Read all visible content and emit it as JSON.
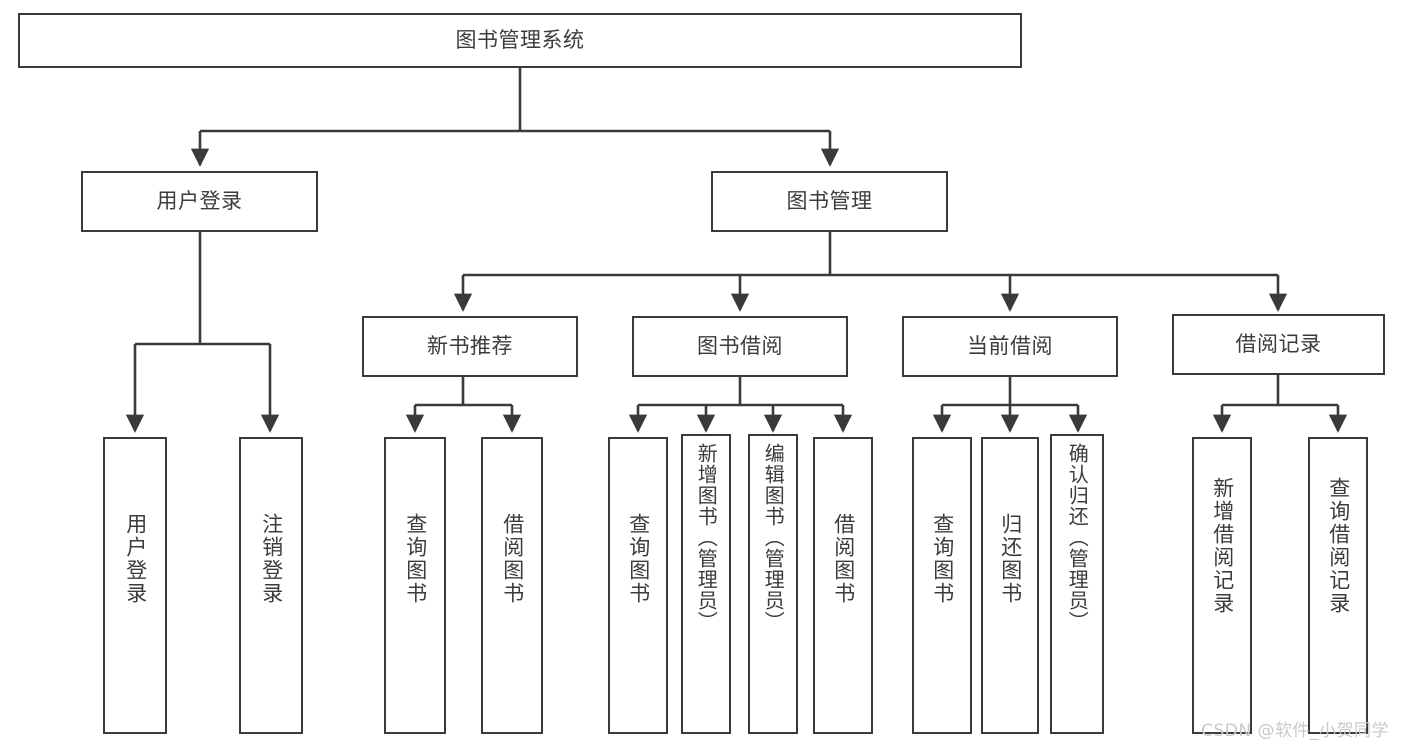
{
  "diagram": {
    "type": "tree",
    "title": "图书管理系统",
    "root": {
      "id": "root",
      "label": "图书管理系统"
    },
    "level2": [
      {
        "id": "user-login",
        "label": "用户登录"
      },
      {
        "id": "book-manage",
        "label": "图书管理"
      }
    ],
    "level3": [
      {
        "id": "new-book-recommend",
        "label": "新书推荐",
        "parent": "book-manage"
      },
      {
        "id": "book-borrow",
        "label": "图书借阅",
        "parent": "book-manage"
      },
      {
        "id": "current-borrow",
        "label": "当前借阅",
        "parent": "book-manage"
      },
      {
        "id": "borrow-record",
        "label": "借阅记录",
        "parent": "book-manage"
      }
    ],
    "leaves": [
      {
        "id": "leaf-user-login",
        "label": "用户登录",
        "parent": "user-login"
      },
      {
        "id": "leaf-logout",
        "label": "注销登录",
        "parent": "user-login"
      },
      {
        "id": "leaf-query-book-1",
        "label": "查询图书",
        "parent": "new-book-recommend"
      },
      {
        "id": "leaf-borrow-book-1",
        "label": "借阅图书",
        "parent": "new-book-recommend"
      },
      {
        "id": "leaf-query-book-2",
        "label": "查询图书",
        "parent": "book-borrow"
      },
      {
        "id": "leaf-add-book",
        "label": "新增图书（管理员）",
        "parent": "book-borrow"
      },
      {
        "id": "leaf-edit-book",
        "label": "编辑图书（管理员）",
        "parent": "book-borrow"
      },
      {
        "id": "leaf-borrow-book-2",
        "label": "借阅图书",
        "parent": "book-borrow"
      },
      {
        "id": "leaf-query-book-3",
        "label": "查询图书",
        "parent": "current-borrow"
      },
      {
        "id": "leaf-return-book",
        "label": "归还图书",
        "parent": "current-borrow"
      },
      {
        "id": "leaf-confirm-return",
        "label": "确认归还（管理员）",
        "parent": "current-borrow"
      },
      {
        "id": "leaf-add-record",
        "label": "新增借阅记录",
        "parent": "borrow-record"
      },
      {
        "id": "leaf-query-record",
        "label": "查询借阅记录",
        "parent": "borrow-record"
      }
    ],
    "colors": {
      "stroke": "#3a3a3a",
      "text": "#3c3c3c",
      "background": "#ffffff",
      "watermark": "#c9c9c9"
    }
  },
  "watermark": {
    "text": "CSDN @软件_小贺同学"
  }
}
